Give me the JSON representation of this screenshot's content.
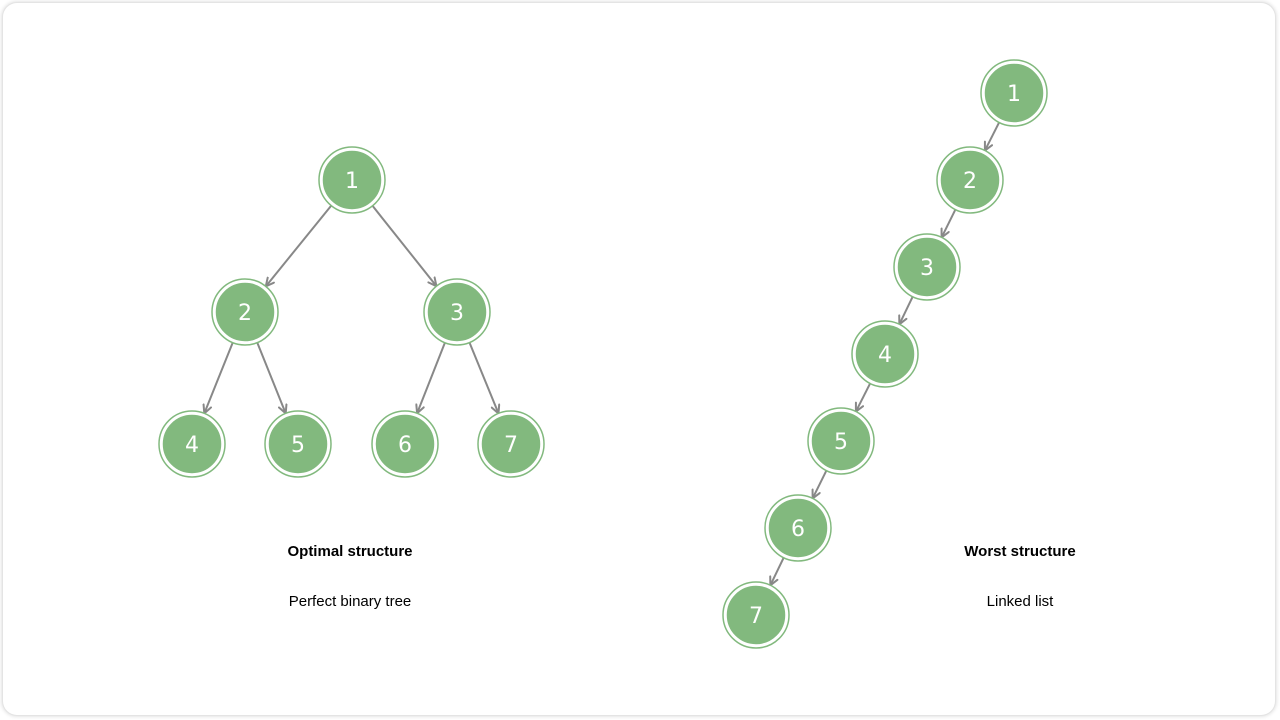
{
  "colors": {
    "node_fill": "#82b97e",
    "node_ring": "#82b97e",
    "edge": "#888888",
    "text": "#ffffff"
  },
  "optimal": {
    "title": "Optimal structure",
    "subtitle": "Perfect binary tree",
    "nodes": [
      "1",
      "2",
      "3",
      "4",
      "5",
      "6",
      "7"
    ],
    "edges": [
      [
        "1",
        "2"
      ],
      [
        "1",
        "3"
      ],
      [
        "2",
        "4"
      ],
      [
        "2",
        "5"
      ],
      [
        "3",
        "6"
      ],
      [
        "3",
        "7"
      ]
    ]
  },
  "worst": {
    "title": "Worst structure",
    "subtitle": "Linked list",
    "nodes": [
      "1",
      "2",
      "3",
      "4",
      "5",
      "6",
      "7"
    ],
    "edges": [
      [
        "1",
        "2"
      ],
      [
        "2",
        "3"
      ],
      [
        "3",
        "4"
      ],
      [
        "4",
        "5"
      ],
      [
        "5",
        "6"
      ],
      [
        "6",
        "7"
      ]
    ]
  }
}
